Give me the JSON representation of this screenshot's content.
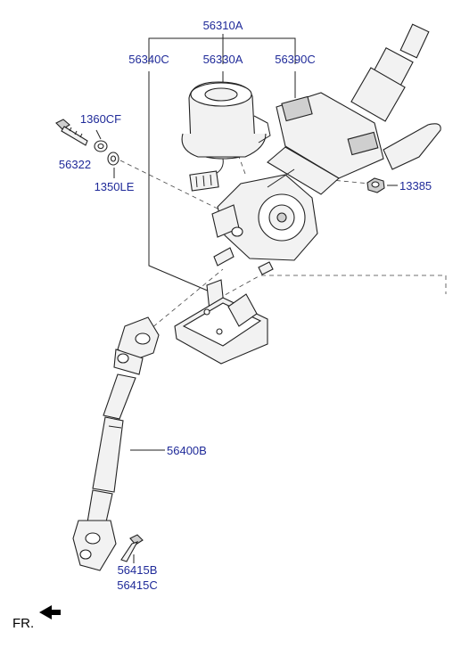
{
  "callouts": {
    "assembly": "56310A",
    "bracket": "56340C",
    "motor": "56330A",
    "column_upper": "56390C",
    "bolt_washer": "1360CF",
    "bolt": "56322",
    "washer": "1350LE",
    "nut": "13385",
    "shaft": "56400B",
    "joint_bolt_b": "56415B",
    "joint_bolt_c": "56415C"
  },
  "orientation": {
    "label": "FR."
  },
  "colors": {
    "callout_text": "#1f2a99",
    "linework": "#222222"
  }
}
